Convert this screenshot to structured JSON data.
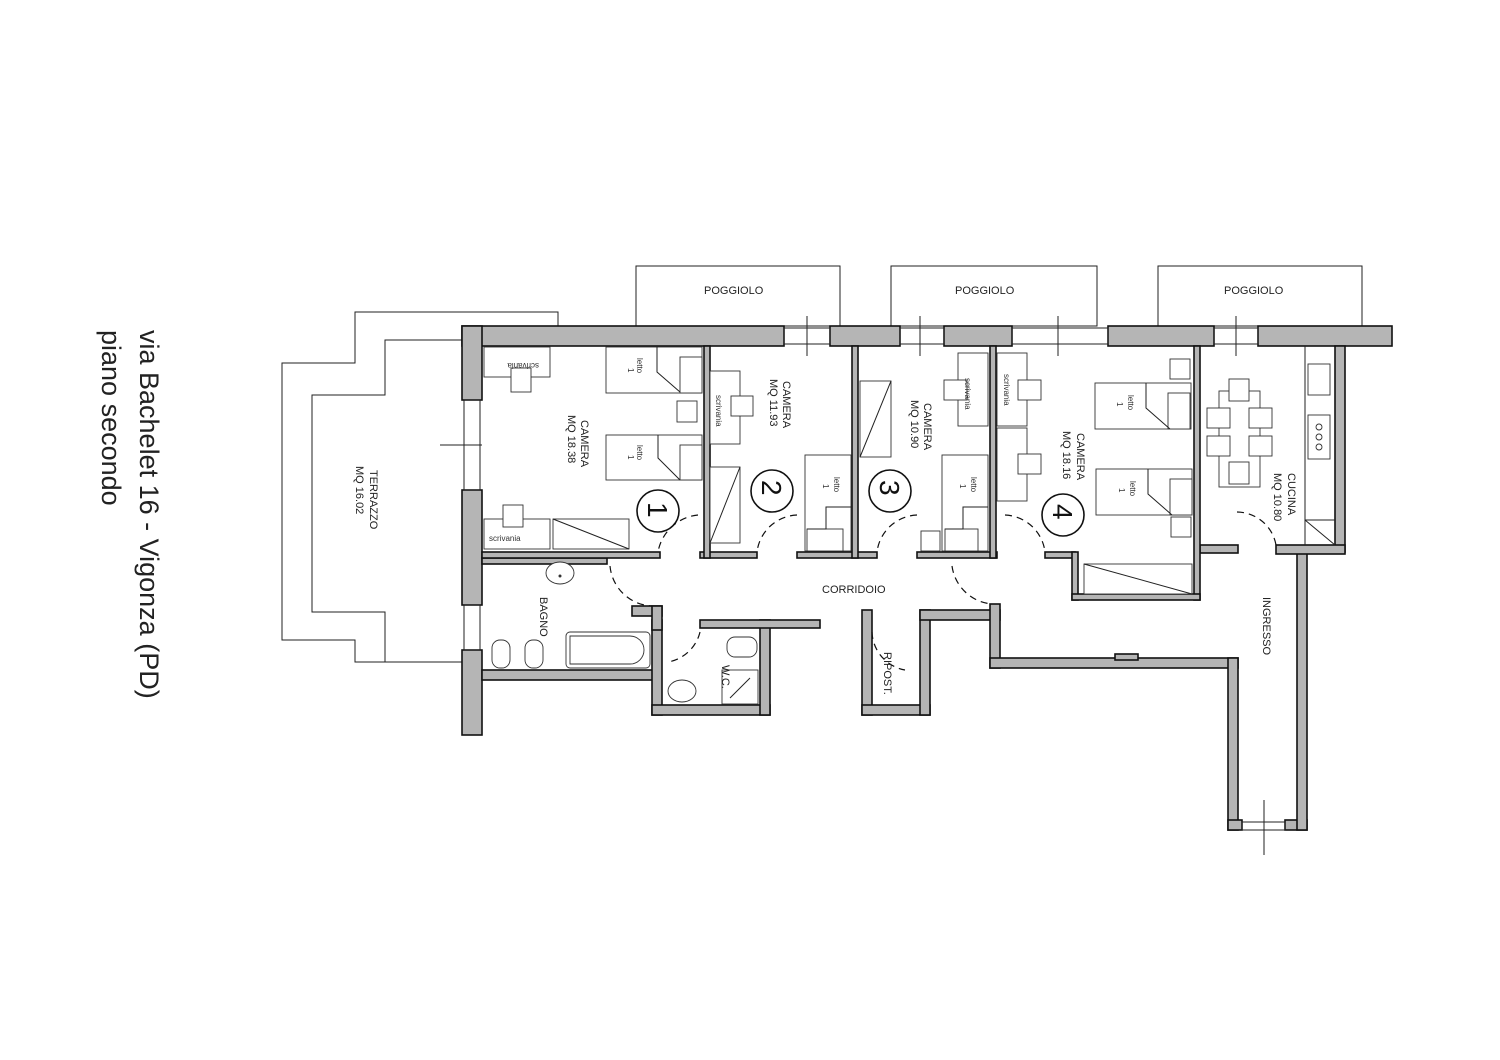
{
  "title": {
    "line1": "via Bachelet 16 - Vigonza (PD)",
    "line2": "piano secondo"
  },
  "rooms": {
    "terrazzo": {
      "name": "TERRAZZO",
      "area": "MQ 16.02"
    },
    "camera1": {
      "name": "CAMERA",
      "area": "MQ 18.38",
      "number": "1"
    },
    "camera2": {
      "name": "CAMERA",
      "area": "MQ 11.93",
      "number": "2"
    },
    "camera3": {
      "name": "CAMERA",
      "area": "MQ 10.90",
      "number": "3"
    },
    "camera4": {
      "name": "CAMERA",
      "area": "MQ 18.16",
      "number": "4"
    },
    "cucina": {
      "name": "CUCINA",
      "area": "MQ 10.80"
    },
    "bagno": {
      "name": "BAGNO"
    },
    "wc": {
      "name": "W.C."
    },
    "corridoio": {
      "name": "CORRIDOIO"
    },
    "ripost": {
      "name": "RIPOST."
    },
    "ingresso": {
      "name": "INGRESSO"
    }
  },
  "balconies": [
    "POGGIOLO",
    "POGGIOLO",
    "POGGIOLO"
  ],
  "furniture": {
    "desk": "scrivania",
    "bed": "letto",
    "bed_count": "1"
  },
  "colors": {
    "wall": "#b5b5b5",
    "line": "#111111"
  }
}
